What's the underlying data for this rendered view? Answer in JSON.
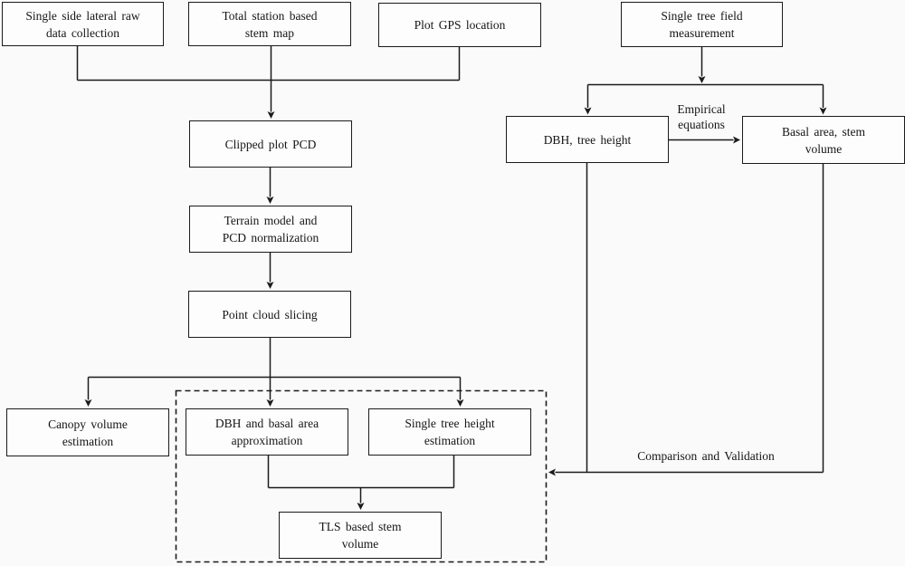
{
  "colors": {
    "background": "#fafafa",
    "box_fill": "#fdfdfd",
    "line": "#1b1b1b",
    "text": "#151515"
  },
  "nodes": {
    "single_side_lateral": {
      "label": [
        "Single side lateral raw",
        "data collection"
      ]
    },
    "total_station_stem_map": {
      "label": [
        "Total station based",
        "stem map"
      ]
    },
    "plot_gps_location": {
      "label": [
        "Plot GPS location"
      ]
    },
    "single_tree_field": {
      "label": [
        "Single tree field",
        "measurement"
      ]
    },
    "clipped_plot_pcd": {
      "label": [
        "Clipped plot PCD"
      ]
    },
    "terrain_model": {
      "label": [
        "Terrain model and",
        "PCD normalization"
      ]
    },
    "point_cloud_slicing": {
      "label": [
        "Point cloud slicing"
      ]
    },
    "dbh_tree_height": {
      "label": [
        "DBH, tree height"
      ]
    },
    "basal_area_stem_volume": {
      "label": [
        "Basal area, stem",
        "volume"
      ]
    },
    "canopy_volume_estimation": {
      "label": [
        "Canopy volume",
        "estimation"
      ]
    },
    "dbh_basal_approximation": {
      "label": [
        "DBH and basal area",
        "approximation"
      ]
    },
    "single_tree_height_estimation": {
      "label": [
        "Single tree height",
        "estimation"
      ]
    },
    "tls_stem_volume": {
      "label": [
        "TLS based stem",
        "volume"
      ]
    }
  },
  "edge_labels": {
    "empirical_equations": [
      "Empirical",
      "equations"
    ],
    "comparison_validation": [
      "Comparison and Validation"
    ]
  }
}
